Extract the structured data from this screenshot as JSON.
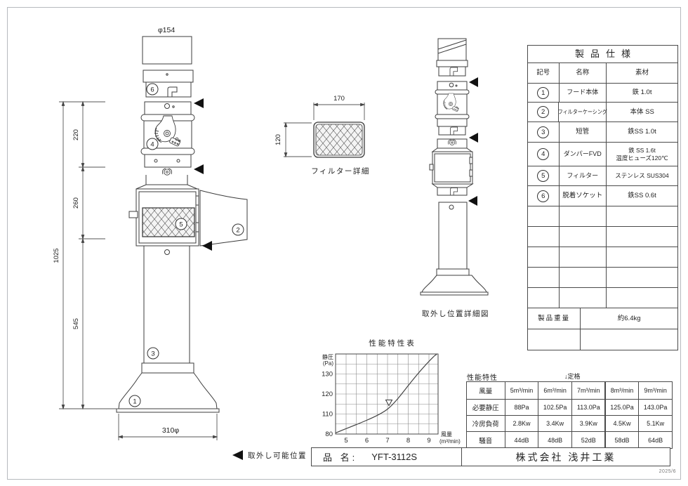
{
  "sheet": {
    "date": "2025/6"
  },
  "front_view": {
    "top_diameter": "φ154",
    "bottom_diameter": "310φ",
    "overall_height": "1025",
    "segment_heights": [
      "220",
      "260",
      "545"
    ],
    "balloons": [
      "1",
      "2",
      "3",
      "4",
      "5",
      "6"
    ]
  },
  "filter_detail": {
    "caption": "フィルター詳細",
    "width": "170",
    "height": "120"
  },
  "removal_view": {
    "caption": "取外し位置詳細図"
  },
  "legend": {
    "removable_position": "取外し可能位置"
  },
  "chart": {
    "title": "性能特性表",
    "y_axis_name": "静圧",
    "y_axis_unit": "(Pa)",
    "y_ticks": [
      "130",
      "120",
      "110",
      "80"
    ],
    "x_ticks": [
      "5",
      "6",
      "7",
      "8",
      "9"
    ],
    "x_axis_name": "風量",
    "x_axis_unit": "(m³/min)"
  },
  "chart_data": {
    "type": "line",
    "title": "性能特性表",
    "xlabel": "風量 (m³/min)",
    "ylabel": "静圧 (Pa)",
    "x": [
      5,
      6,
      7,
      8,
      9
    ],
    "y": [
      88,
      102.5,
      113.0,
      125.0,
      143.0
    ],
    "xlim": [
      4.5,
      9.5
    ],
    "y_tick_labels": [
      80,
      110,
      120,
      130
    ],
    "grid": true,
    "legend_position": "none",
    "annotations": [
      {
        "x": 7,
        "symbol": "▽",
        "meaning": "rated point"
      }
    ]
  },
  "spec_table": {
    "title": "製品仕様",
    "headers": [
      "記号",
      "名称",
      "素材"
    ],
    "rows": [
      {
        "no": "1",
        "name": "フード本体",
        "material": "鉄 1.0t",
        "material2": ""
      },
      {
        "no": "2",
        "name": "フィルターケーシング",
        "material": "本体 SS",
        "material2": ""
      },
      {
        "no": "3",
        "name": "短管",
        "material": "鉄SS 1.0t",
        "material2": ""
      },
      {
        "no": "4",
        "name": "ダンパーFVD",
        "material": "鉄 SS 1.6t",
        "material2": "温度ヒューズ120℃"
      },
      {
        "no": "5",
        "name": "フィルター",
        "material": "ステンレス SUS304",
        "material2": ""
      },
      {
        "no": "6",
        "name": "脱着ソケット",
        "material": "鉄SS 0.6t",
        "material2": ""
      }
    ],
    "weight_label": "製品重量",
    "weight_value": "約6.4kg"
  },
  "perf_table": {
    "title": "性能特性",
    "rated_label": "↓定格",
    "rows": [
      {
        "label": "風量",
        "values": [
          "5m³/min",
          "6m³/min",
          "7m³/min",
          "8m³/min",
          "9m³/min"
        ]
      },
      {
        "label": "必要静圧",
        "values": [
          "88Pa",
          "102.5Pa",
          "113.0Pa",
          "125.0Pa",
          "143.0Pa"
        ]
      },
      {
        "label": "冷房負荷",
        "values": [
          "2.8Kw",
          "3.4Kw",
          "3.9Kw",
          "4.5Kw",
          "5.1Kw"
        ]
      },
      {
        "label": "騒音",
        "values": [
          "44dB",
          "48dB",
          "52dB",
          "58dB",
          "64dB"
        ]
      }
    ]
  },
  "title_block": {
    "name_label": "品 名:",
    "product_name": "YFT-3112S",
    "company": "株式会社 浅井工業"
  }
}
